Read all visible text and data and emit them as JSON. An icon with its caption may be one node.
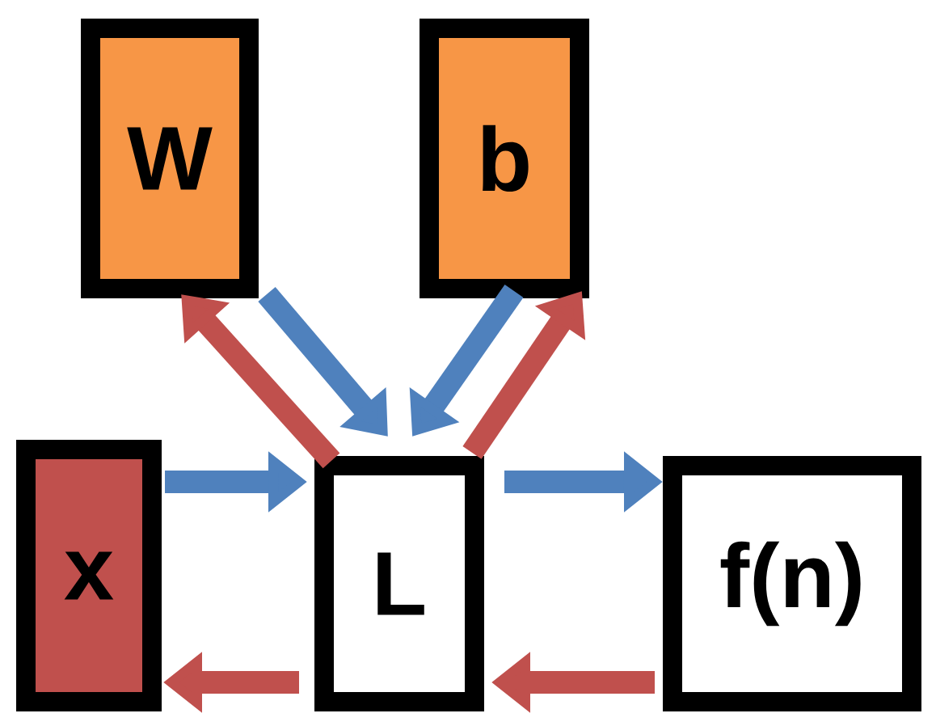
{
  "diagram": {
    "nodes": [
      {
        "text": [
          "W"
        ]
      },
      {
        "text": [
          "b"
        ]
      },
      {
        "text": [
          "x"
        ]
      },
      {
        "text": [
          "L"
        ]
      },
      {
        "text": [
          "f(n)"
        ]
      }
    ],
    "edges": [
      {
        "from": 0,
        "to": 3,
        "arrow": "to",
        "color": "#4f81bd"
      },
      {
        "from": 1,
        "to": 3,
        "arrow": "to",
        "color": "#4f81bd"
      },
      {
        "from": 2,
        "to": 3,
        "arrow": "to",
        "color": "#4f81bd"
      },
      {
        "from": 3,
        "to": 4,
        "arrow": "to",
        "color": "#4f81bd"
      },
      {
        "from": 3,
        "to": 0,
        "arrow": "to",
        "color": "#c0504d"
      },
      {
        "from": 3,
        "to": 1,
        "arrow": "to",
        "color": "#c0504d"
      },
      {
        "from": 3,
        "to": 2,
        "arrow": "to",
        "color": "#c0504d"
      },
      {
        "from": 4,
        "to": 3,
        "arrow": "to",
        "color": "#c0504d"
      }
    ]
  }
}
